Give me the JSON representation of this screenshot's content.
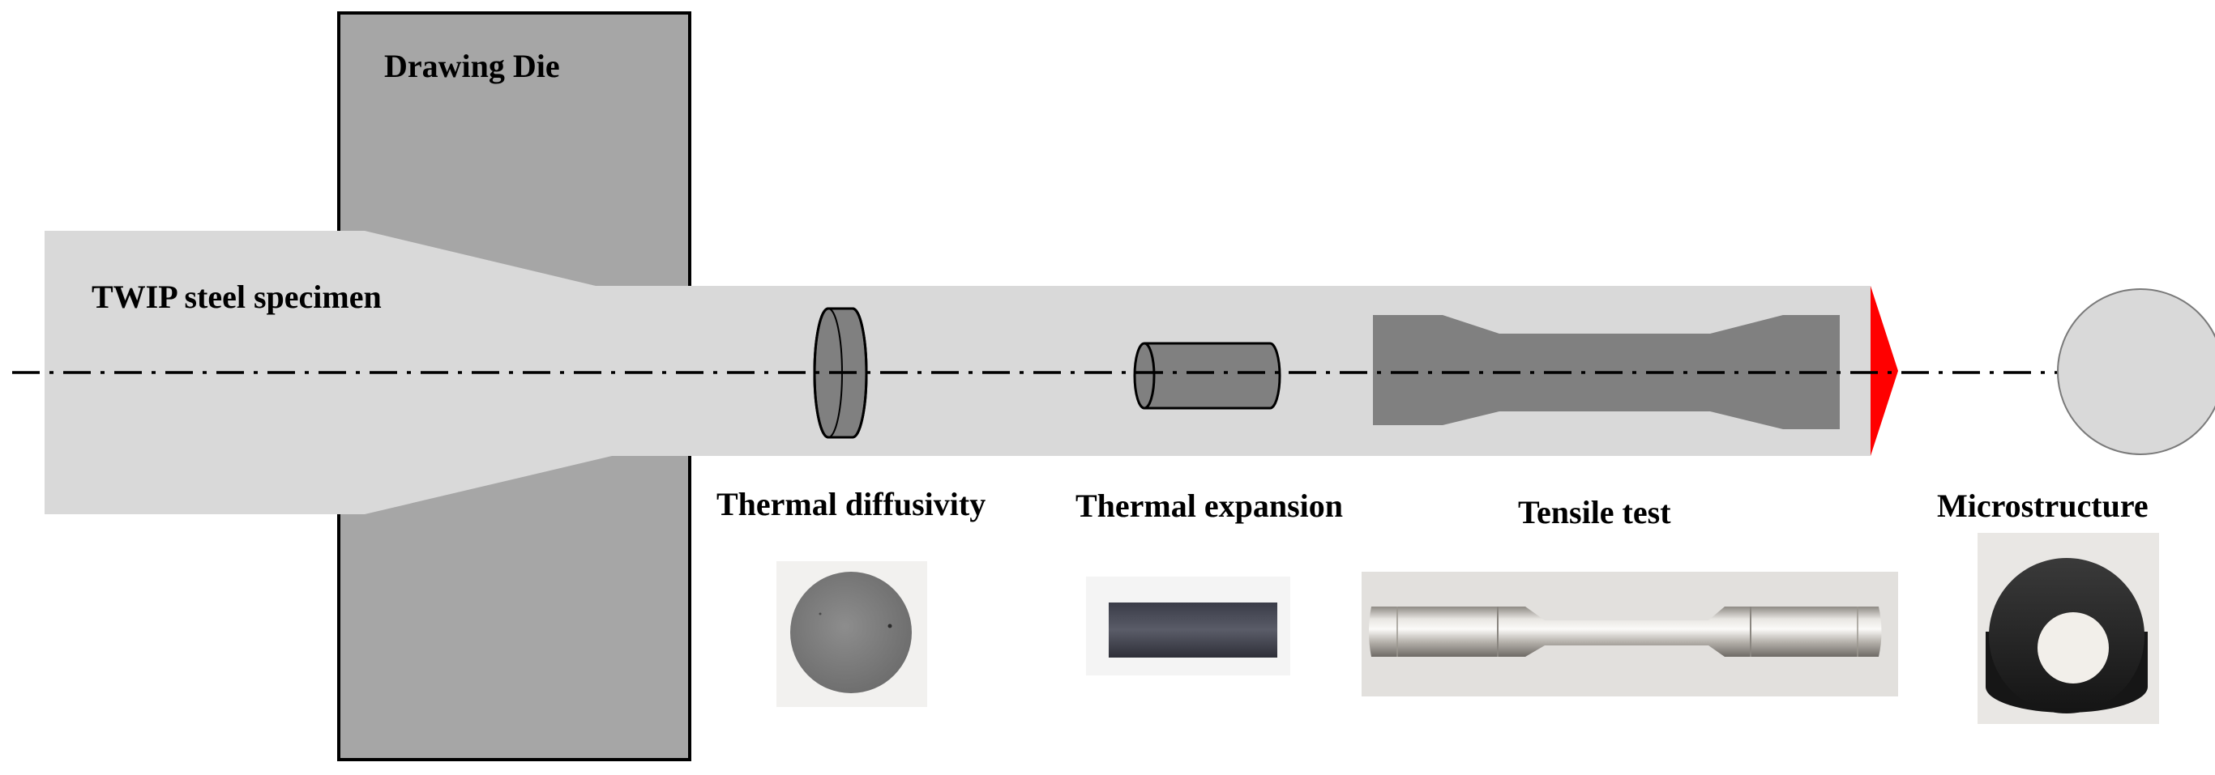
{
  "labels": {
    "die": "Drawing Die",
    "specimen": "TWIP steel specimen",
    "thermal_diffusivity": "Thermal diffusivity",
    "thermal_expansion": "Thermal expansion",
    "tensile_test": "Tensile test",
    "microstructure": "Microstructure"
  },
  "colors": {
    "die_fill": "#a6a6a6",
    "rod_fill": "#d9d9d9",
    "specimen_dark": "#808080",
    "cut_marker": "#ff0000",
    "centerline": "#000000"
  },
  "icons": {
    "disc": "thermal-diffusivity-disc-icon",
    "cylinder": "thermal-expansion-cylinder-icon",
    "dogbone": "tensile-dogbone-icon",
    "cross_section": "microstructure-cross-section-icon"
  }
}
